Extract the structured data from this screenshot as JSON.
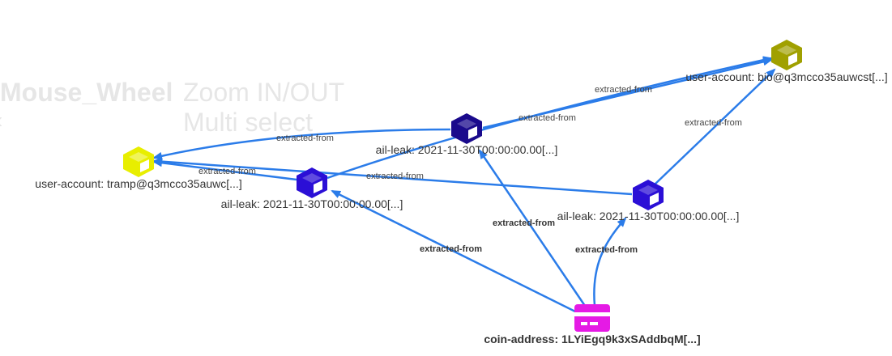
{
  "help": {
    "key1": "Mouse_Wheel",
    "text1": "Zoom IN/OUT",
    "text2": "Multi select",
    "key2_fragment": "‹"
  },
  "colors": {
    "edge": "#2b7ce9",
    "user_account_yellow": "#e8ee00",
    "user_account_olive": "#a0a000",
    "ail_leak_dark": "#1a0a8c",
    "ail_leak_blue": "#2b0fd6",
    "coin_address": "#e51ae5"
  },
  "nodes": [
    {
      "id": "ua-tramp",
      "icon": "cube-icon",
      "label": "user-account: tramp@q3mcco35auwc[...]"
    },
    {
      "id": "ua-bio",
      "icon": "cube-icon",
      "label": "user-account: bio@q3mcco35auwcst[...]"
    },
    {
      "id": "ail-top",
      "icon": "cube-icon",
      "label": "ail-leak: 2021-11-30T00:00:00.00[...]"
    },
    {
      "id": "ail-left",
      "icon": "cube-icon",
      "label": "ail-leak: 2021-11-30T00:00:00.00[...]"
    },
    {
      "id": "ail-right",
      "icon": "cube-icon",
      "label": "ail-leak: 2021-11-30T00:00:00.00[...]"
    },
    {
      "id": "coin",
      "icon": "credit-card-icon",
      "label": "coin-address: 1LYiEgq9k3xSAddbqM[...]"
    }
  ],
  "edges": [
    {
      "from": "ail-top",
      "to": "ua-tramp",
      "label": "extracted-from"
    },
    {
      "from": "ail-top",
      "to": "ua-bio",
      "label": "extracted-from"
    },
    {
      "from": "ail-left",
      "to": "ua-tramp",
      "label": "extracted-from"
    },
    {
      "from": "ail-left",
      "to": "ua-bio",
      "label": "extracted-from"
    },
    {
      "from": "ail-right",
      "to": "ua-tramp",
      "label": "extracted-from"
    },
    {
      "from": "ail-right",
      "to": "ua-bio",
      "label": "extracted-from"
    },
    {
      "from": "coin",
      "to": "ail-left",
      "label": "extracted-from"
    },
    {
      "from": "coin",
      "to": "ail-top",
      "label": "extracted-from"
    },
    {
      "from": "coin",
      "to": "ail-right",
      "label": "extracted-from"
    }
  ]
}
